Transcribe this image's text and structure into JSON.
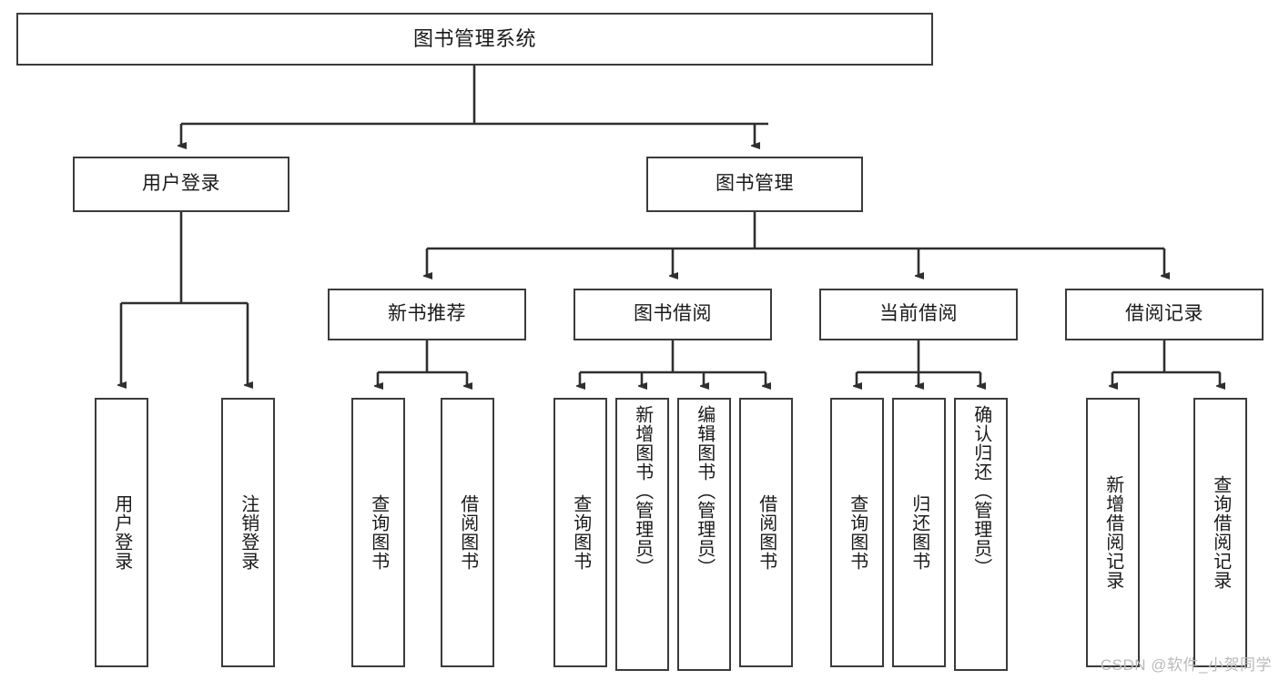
{
  "diagram": {
    "title": "图书管理系统",
    "type": "tree-hierarchy",
    "watermark": "CSDN @软件_小贺同学",
    "colors": {
      "box_border": "#3b3b3b",
      "box_fill": "#ffffff",
      "line": "#2f2f2f",
      "text": "#1a1a1a",
      "watermark": "#b9b9b9",
      "background": "#ffffff"
    },
    "levels": {
      "level0": [
        {
          "id": "root",
          "label": "图书管理系统"
        }
      ],
      "level1": [
        {
          "id": "user-login",
          "label": "用户登录",
          "parent": "root"
        },
        {
          "id": "book-manage",
          "label": "图书管理",
          "parent": "root"
        }
      ],
      "level2": [
        {
          "id": "new-book-rec",
          "label": "新书推荐",
          "parent": "book-manage"
        },
        {
          "id": "book-borrow",
          "label": "图书借阅",
          "parent": "book-manage"
        },
        {
          "id": "current-borrow",
          "label": "当前借阅",
          "parent": "book-manage"
        },
        {
          "id": "borrow-record",
          "label": "借阅记录",
          "parent": "book-manage"
        }
      ],
      "level3": [
        {
          "id": "leaf-user-login",
          "label": "用户登录",
          "parent": "user-login"
        },
        {
          "id": "leaf-logout",
          "label": "注销登录",
          "parent": "user-login"
        },
        {
          "id": "leaf-query-book-1",
          "label": "查询图书",
          "parent": "new-book-rec"
        },
        {
          "id": "leaf-borrow-book-1",
          "label": "借阅图书",
          "parent": "new-book-rec"
        },
        {
          "id": "leaf-query-book-2",
          "label": "查询图书",
          "parent": "book-borrow"
        },
        {
          "id": "leaf-add-book",
          "label": "新增图书（管理员）",
          "parent": "book-borrow"
        },
        {
          "id": "leaf-edit-book",
          "label": "编辑图书（管理员）",
          "parent": "book-borrow"
        },
        {
          "id": "leaf-borrow-book-2",
          "label": "借阅图书",
          "parent": "book-borrow"
        },
        {
          "id": "leaf-query-book-3",
          "label": "查询图书",
          "parent": "current-borrow"
        },
        {
          "id": "leaf-return-book",
          "label": "归还图书",
          "parent": "current-borrow"
        },
        {
          "id": "leaf-confirm-return",
          "label": "确认归还（管理员）",
          "parent": "current-borrow"
        },
        {
          "id": "leaf-add-record",
          "label": "新增借阅记录",
          "parent": "borrow-record"
        },
        {
          "id": "leaf-query-record",
          "label": "查询借阅记录",
          "parent": "borrow-record"
        }
      ]
    }
  }
}
